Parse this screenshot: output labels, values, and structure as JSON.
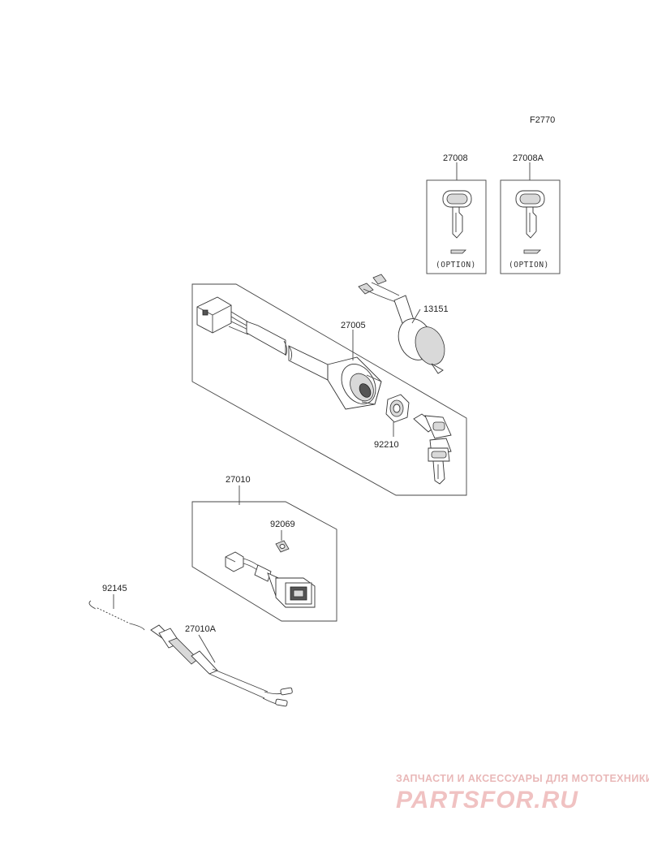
{
  "diagram": {
    "figure_code": "F2770",
    "parts": {
      "key_a": "27008",
      "key_b": "27008A",
      "switch_assy": "27005",
      "lamp": "13151",
      "nut": "92210",
      "switch_kit": "27010",
      "clip": "92069",
      "spring": "92145",
      "plug_cable": "27010A"
    },
    "option_label": "(OPTION)"
  },
  "watermark": {
    "tagline": "ЗАПЧАСТИ И АКСЕССУАРЫ ДЛЯ МОТОТЕХНИКИ",
    "brand": "PARTSFOR.RU"
  }
}
